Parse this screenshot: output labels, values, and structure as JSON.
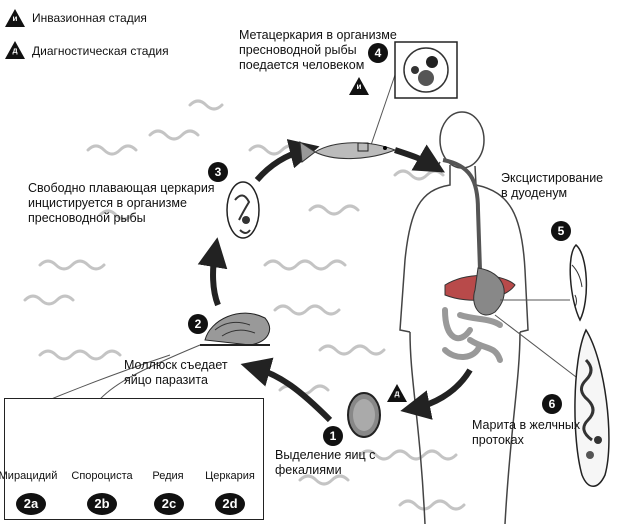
{
  "legend": {
    "infective": {
      "symbol": "и",
      "label": "Инвазионная стадия"
    },
    "diagnostic": {
      "symbol": "д",
      "label": "Диагностическая стадия"
    }
  },
  "stages": {
    "s1": {
      "num": "1",
      "label": "Выделение яиц с\nфекалиями"
    },
    "s2": {
      "num": "2",
      "label": "Моллюск съедает\nяйцо паразита"
    },
    "s3": {
      "num": "3",
      "label": "Свободно плавающая церкария\nинцистируется в организме\nпресноводной рыбы"
    },
    "s4": {
      "num": "4",
      "label": "Метацеркария в организме\nпресноводной рыбы\nпоедается человеком"
    },
    "s5": {
      "num": "5",
      "label": "Эксцистирование\nв дуоденум"
    },
    "s6": {
      "num": "6",
      "label": "Марита в желчных\nпротоках"
    }
  },
  "inset": {
    "items": [
      {
        "num": "2a",
        "label": "Мирацидий"
      },
      {
        "num": "2b",
        "label": "Спороциста"
      },
      {
        "num": "2c",
        "label": "Редия"
      },
      {
        "num": "2d",
        "label": "Церкария"
      }
    ]
  },
  "markers": {
    "infective_marker": "и",
    "diagnostic_marker": "д"
  },
  "colors": {
    "primary": "#111111",
    "wave": "#bdbdbd",
    "organ_red": "#b84a4a",
    "organ_gray": "#8a8a8a"
  }
}
